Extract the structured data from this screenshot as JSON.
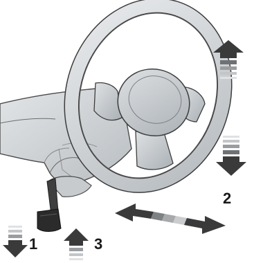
{
  "callouts": {
    "tilt_down": "1",
    "height_adjust": "2",
    "lock_up": "3"
  },
  "icons": [
    "steering-wheel",
    "adjustment-lever",
    "up-down-arrow",
    "in-out-arrow"
  ],
  "colors": {
    "wheel_outline": "#3c3c3c",
    "wheel_fill": "#cfd3d6",
    "arrow_dark": "#3a3a3a",
    "arrow_stripe": "#8c8f92",
    "background": "#ffffff"
  }
}
